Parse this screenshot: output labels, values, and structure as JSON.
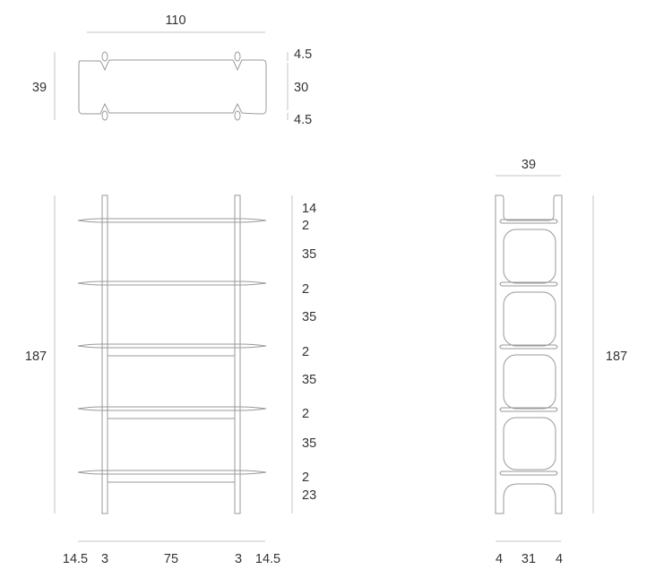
{
  "top_view": {
    "width": "110",
    "depth": "39",
    "right_dims": [
      "4.5",
      "30",
      "4.5"
    ]
  },
  "front_view": {
    "height": "187",
    "right_dims": [
      "14",
      "2",
      "35",
      "2",
      "35",
      "2",
      "35",
      "2",
      "35",
      "2",
      "23"
    ],
    "bottom_dims": [
      "14.5",
      "3",
      "75",
      "3",
      "14.5"
    ]
  },
  "side_view": {
    "width": "39",
    "height": "187",
    "bottom_dims": [
      "4",
      "31",
      "4"
    ]
  }
}
